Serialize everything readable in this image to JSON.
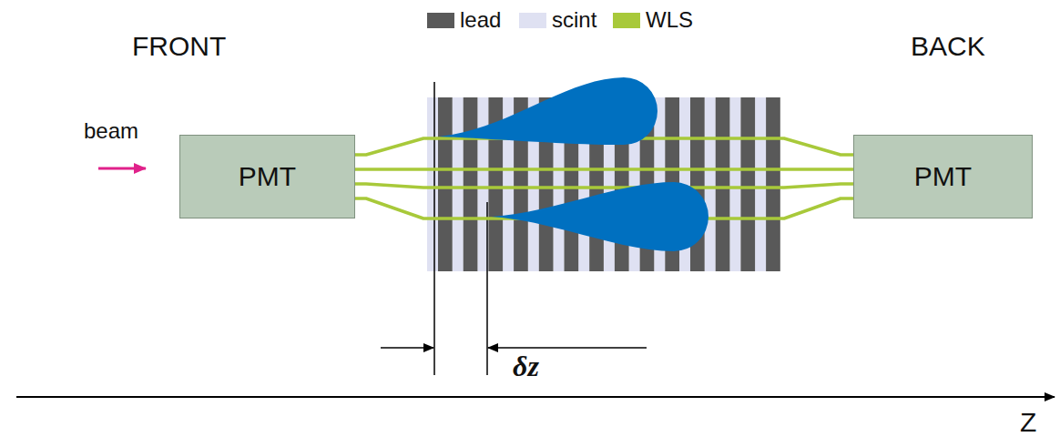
{
  "diagram": {
    "nodes": [
      {
        "text": [
          "PMT"
        ]
      },
      {
        "text": [
          "PMT"
        ]
      }
    ],
    "edges": [
      {
        "from": 0,
        "to": 1,
        "arrow": "none"
      },
      {
        "from": 0,
        "to": 1,
        "arrow": "none"
      },
      {
        "from": 0,
        "to": 1,
        "arrow": "none"
      },
      {
        "from": 0,
        "to": 1,
        "arrow": "none"
      }
    ],
    "labels": [
      "FRONT",
      "BACK",
      "beam",
      "δz",
      "Z"
    ],
    "legend": [
      {
        "text": "lead",
        "color": "#595959"
      },
      {
        "text": "scint",
        "color": "#dfe1f2"
      },
      {
        "text": "WLS",
        "color": "#a8c93a"
      }
    ]
  }
}
